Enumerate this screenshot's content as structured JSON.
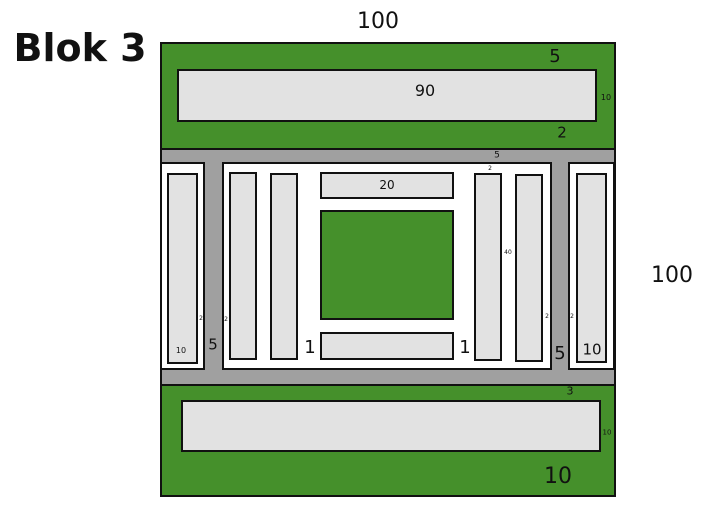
{
  "title": "Blok 3",
  "dims": {
    "width": "100",
    "height": "100"
  },
  "top_block": {
    "inner_width": "90",
    "top_margin": "5",
    "right_margin": "10",
    "bottom_margin": "2"
  },
  "middle": {
    "top_gap": "5",
    "left_panel": {
      "label": "10",
      "gap": "2"
    },
    "left_spacing": "5",
    "center_left_gap": "2",
    "top_bar": "20",
    "spacing_left": "1",
    "spacing_right": "1",
    "bar_top_gap": "2",
    "bar_height": "40",
    "right_gap": "2",
    "right_spacing": "5",
    "right_panel": {
      "gap": "2",
      "label": "10"
    }
  },
  "bottom_block": {
    "top_margin": "3",
    "right_margin": "10",
    "bottom_margin": "10"
  },
  "colors": {
    "green": "#45902b",
    "gray": "#a0a0a0",
    "light": "#e2e2e2"
  }
}
